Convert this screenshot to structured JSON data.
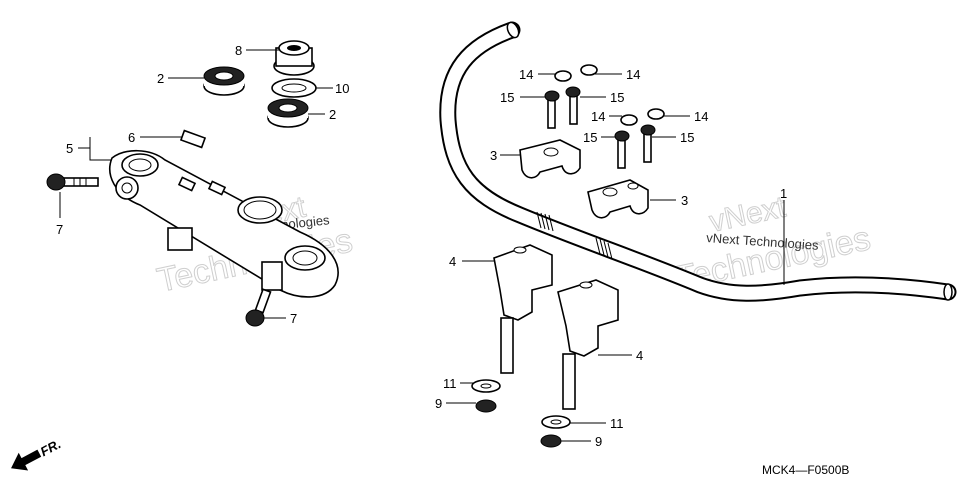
{
  "callouts": {
    "c1": "1",
    "c2a": "2",
    "c2b": "2",
    "c3a": "3",
    "c3b": "3",
    "c4a": "4",
    "c4b": "4",
    "c5": "5",
    "c6": "6",
    "c7a": "7",
    "c7b": "7",
    "c8": "8",
    "c9a": "9",
    "c9b": "9",
    "c10": "10",
    "c11a": "11",
    "c11b": "11",
    "c14a": "14",
    "c14b": "14",
    "c14c": "14",
    "c14d": "14",
    "c15a": "15",
    "c15b": "15",
    "c15c": "15",
    "c15d": "15"
  },
  "watermark": {
    "text_a": "vNext Technologies",
    "text_b": "vNext Technologies",
    "outline_a1": "vNext",
    "outline_a2": "Technologies",
    "outline_b1": "vNext",
    "outline_b2": "Technologies"
  },
  "direction_label": "FR.",
  "diagram_code": "MCK4—F0500B"
}
